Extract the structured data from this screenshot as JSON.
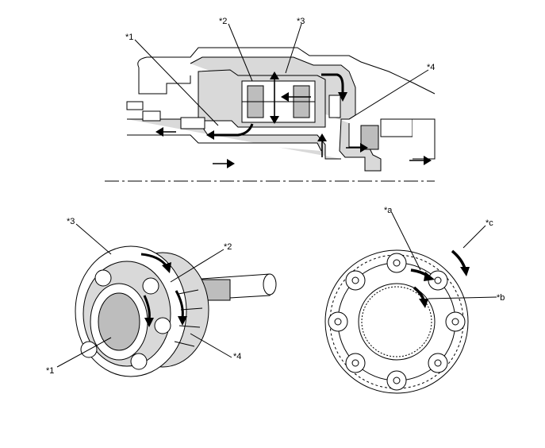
{
  "section_view": {
    "labels": [
      {
        "id": "section-label-1",
        "text": "*1"
      },
      {
        "id": "section-label-2",
        "text": "*2"
      },
      {
        "id": "section-label-3",
        "text": "*3"
      },
      {
        "id": "section-label-4",
        "text": "*4"
      }
    ]
  },
  "perspective_view": {
    "labels": [
      {
        "id": "perspective-label-3",
        "text": "*3"
      },
      {
        "id": "perspective-label-2",
        "text": "*2"
      },
      {
        "id": "perspective-label-1",
        "text": "*1"
      },
      {
        "id": "perspective-label-4",
        "text": "*4"
      }
    ]
  },
  "front_view": {
    "labels": [
      {
        "id": "front-label-a",
        "text": "*a"
      },
      {
        "id": "front-label-c",
        "text": "*c"
      },
      {
        "id": "front-label-b",
        "text": "*b"
      }
    ]
  }
}
